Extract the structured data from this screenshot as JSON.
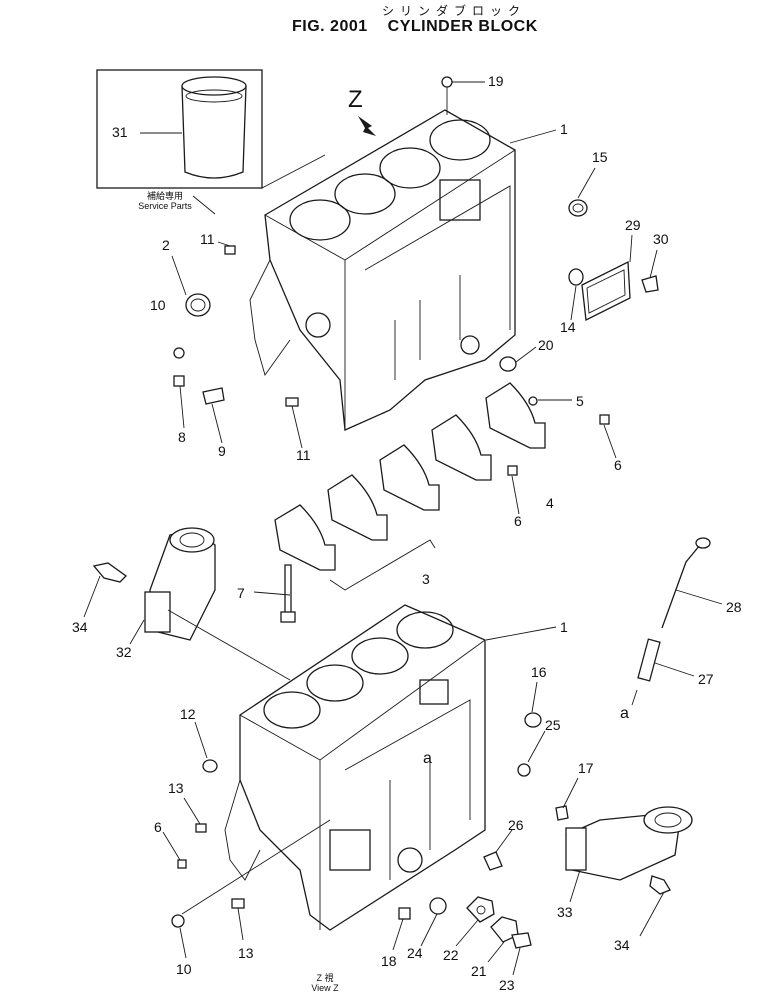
{
  "title": {
    "japanese": "シリンダブロック",
    "fig_number": "FIG. 2001",
    "name": "CYLINDER BLOCK"
  },
  "service_parts": {
    "japanese": "補給専用",
    "label": "Service Parts"
  },
  "view": {
    "japanese": "Z 視",
    "label": "View Z",
    "arrow_letter": "Z",
    "reference_letter": "a"
  },
  "callouts": [
    "19",
    "1",
    "15",
    "31",
    "Z",
    "2",
    "11",
    "29",
    "30",
    "10",
    "14",
    "20",
    "8",
    "9",
    "11",
    "5",
    "6",
    "4",
    "6",
    "3",
    "7",
    "28",
    "34",
    "32",
    "1",
    "16",
    "27",
    "12",
    "25",
    "17",
    "13",
    "6",
    "26",
    "10",
    "13",
    "18",
    "24",
    "22",
    "21",
    "23",
    "33",
    "34"
  ]
}
